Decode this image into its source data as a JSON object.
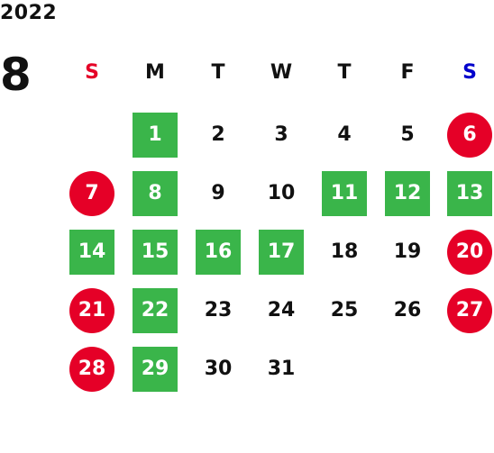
{
  "calendar": {
    "year": "2022",
    "month": "8",
    "weekdays": [
      {
        "label": "S",
        "color": "#e50027"
      },
      {
        "label": "M",
        "color": "#111111"
      },
      {
        "label": "T",
        "color": "#111111"
      },
      {
        "label": "W",
        "color": "#111111"
      },
      {
        "label": "T",
        "color": "#111111"
      },
      {
        "label": "F",
        "color": "#111111"
      },
      {
        "label": "S",
        "color": "#0000cc"
      }
    ],
    "highlight_colors": {
      "green": "#3ab54a",
      "red": "#e50027"
    },
    "days": [
      {
        "day": "1",
        "style": "green"
      },
      {
        "day": "2",
        "style": "plain"
      },
      {
        "day": "3",
        "style": "plain"
      },
      {
        "day": "4",
        "style": "plain"
      },
      {
        "day": "5",
        "style": "plain"
      },
      {
        "day": "6",
        "style": "red"
      },
      {
        "day": "7",
        "style": "red"
      },
      {
        "day": "8",
        "style": "green"
      },
      {
        "day": "9",
        "style": "plain"
      },
      {
        "day": "10",
        "style": "plain"
      },
      {
        "day": "11",
        "style": "green"
      },
      {
        "day": "12",
        "style": "green"
      },
      {
        "day": "13",
        "style": "green"
      },
      {
        "day": "14",
        "style": "green"
      },
      {
        "day": "15",
        "style": "green"
      },
      {
        "day": "16",
        "style": "green"
      },
      {
        "day": "17",
        "style": "green"
      },
      {
        "day": "18",
        "style": "plain"
      },
      {
        "day": "19",
        "style": "plain"
      },
      {
        "day": "20",
        "style": "red"
      },
      {
        "day": "21",
        "style": "red"
      },
      {
        "day": "22",
        "style": "green"
      },
      {
        "day": "23",
        "style": "plain"
      },
      {
        "day": "24",
        "style": "plain"
      },
      {
        "day": "25",
        "style": "plain"
      },
      {
        "day": "26",
        "style": "plain"
      },
      {
        "day": "27",
        "style": "red"
      },
      {
        "day": "28",
        "style": "red"
      },
      {
        "day": "29",
        "style": "green"
      },
      {
        "day": "30",
        "style": "plain"
      },
      {
        "day": "31",
        "style": "plain"
      }
    ]
  }
}
